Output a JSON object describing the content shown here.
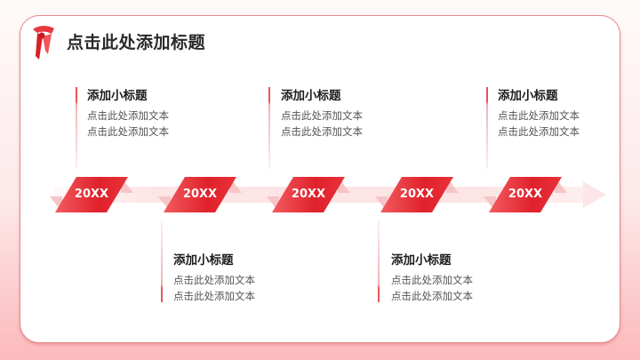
{
  "header": {
    "title": "点击此处添加标题",
    "logo_icon": "red-scarf-icon"
  },
  "colors": {
    "accent": "#e0212b",
    "card_border": "#e88a8d",
    "background_bottom": "#fcb9bb"
  },
  "timeline": {
    "years": [
      "20XX",
      "20XX",
      "20XX",
      "20XX",
      "20XX"
    ],
    "items": [
      {
        "position": "top",
        "title": "添加小标题",
        "lines": [
          "点击此处添加文本",
          "点击此处添加文本"
        ]
      },
      {
        "position": "bottom",
        "title": "添加小标题",
        "lines": [
          "点击此处添加文本",
          "点击此处添加文本"
        ]
      },
      {
        "position": "top",
        "title": "添加小标题",
        "lines": [
          "点击此处添加文本",
          "点击此处添加文本"
        ]
      },
      {
        "position": "bottom",
        "title": "添加小标题",
        "lines": [
          "点击此处添加文本",
          "点击此处添加文本"
        ]
      },
      {
        "position": "top",
        "title": "添加小标题",
        "lines": [
          "点击此处添加文本",
          "点击此处添加文本"
        ]
      }
    ]
  }
}
